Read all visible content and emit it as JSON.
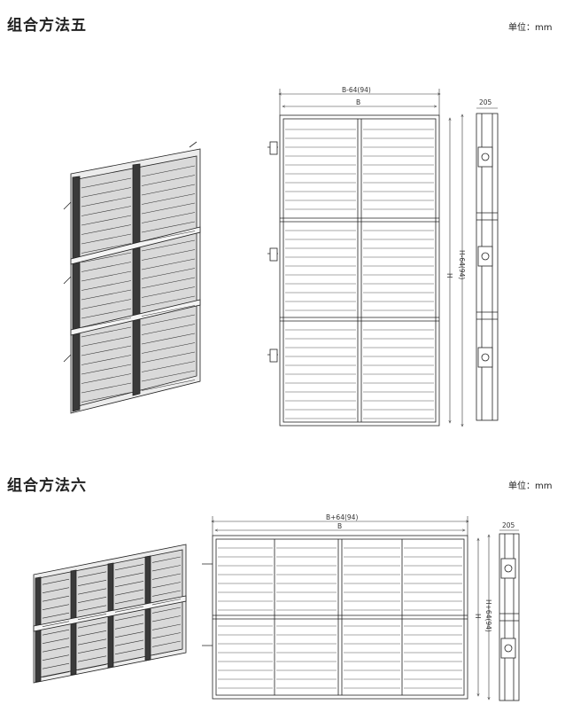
{
  "sections": [
    {
      "title": "组合方法五",
      "unit": "单位：mm",
      "dims": {
        "width_total": "B-64(94)",
        "width": "B",
        "height": "H",
        "height_total": "H-64(94)",
        "depth": "205"
      }
    },
    {
      "title": "组合方法六",
      "unit": "单位：mm",
      "dims": {
        "width_total": "B+64(94)",
        "width": "B",
        "height": "H",
        "height_total": "H+64(94)",
        "depth": "205"
      }
    }
  ]
}
